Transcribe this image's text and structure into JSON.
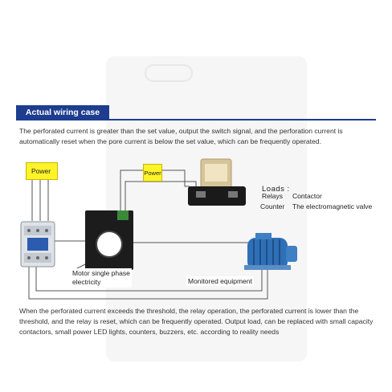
{
  "header": {
    "title": "Actual wiring case"
  },
  "description_top": "The perforated current is greater than the set value, output the switch signal, and the perforation current is automatically reset when the pore current is below the set value, which can be frequently operated.",
  "diagram": {
    "power_left": "Power",
    "power_middle": "Power",
    "motor_label_line1": "Motor single phase",
    "motor_label_line2": "electricity",
    "monitored_label": "Monitored equipment",
    "loads_title": "Loads :",
    "loads": [
      {
        "name": "Relays",
        "value": "Contactor"
      },
      {
        "name": "Counter",
        "value": "The electromagnetic valve"
      }
    ]
  },
  "description_bottom": "When the perforated current exceeds the threshold, the relay operation, the perforated current is lower than the threshold, and the relay is reset, which can be frequently operated. Output load, can be replaced with small capacity contactors, small power LED lights, counters, buzzers, etc. according to reality needs",
  "colors": {
    "header_bg": "#1e3d8f",
    "power_box": "#fff32a",
    "motor_blue": "#2f6fb6",
    "sensor_body": "#1c1c1c"
  }
}
